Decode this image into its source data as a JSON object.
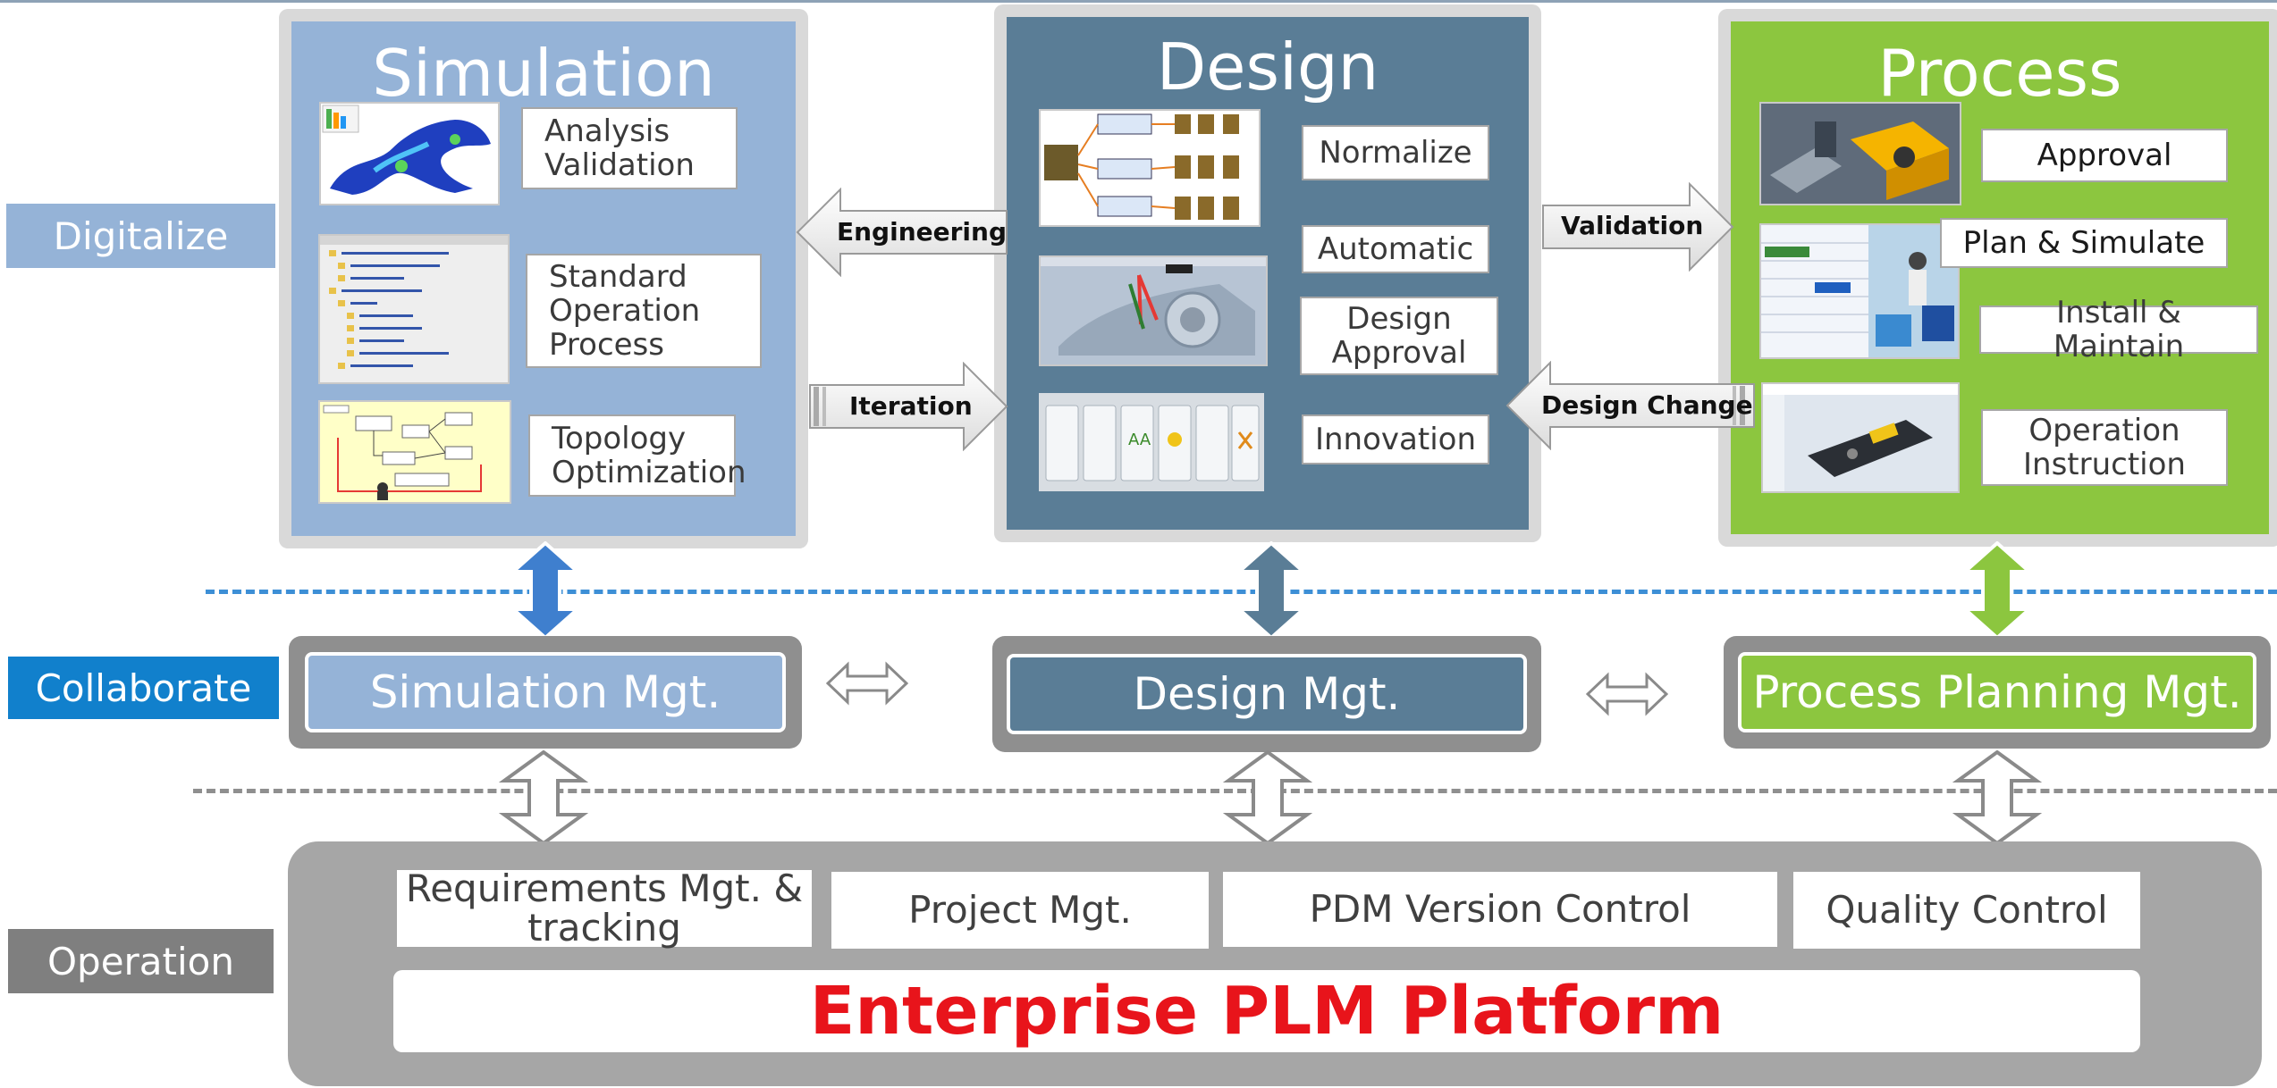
{
  "rows": {
    "digitalize": "Digitalize",
    "collaborate": "Collaborate",
    "operation": "Operation"
  },
  "colors": {
    "simulation": "#95b3d7",
    "design": "#5a7d96",
    "process": "#8cc63f",
    "collaborate_label": "#1180cc",
    "digitalize_label": "#95b3d7",
    "operation_label": "#7f7f7f",
    "platform_text": "#e8141b"
  },
  "simulation": {
    "title": "Simulation",
    "items": [
      "Analysis\nValidation",
      "Standard\nOperation\nProcess",
      "Topology\nOptimization"
    ]
  },
  "design": {
    "title": "Design",
    "items": [
      "Normalize",
      "Automatic",
      "Design\nApproval",
      "Innovation"
    ]
  },
  "process": {
    "title": "Process",
    "items": [
      "Approval",
      "Plan & Simulate",
      "Install & Maintain",
      "Operation\nInstruction"
    ]
  },
  "arrows": {
    "engineering": "Engineering",
    "iteration": "Iteration",
    "validation": "Validation",
    "design_change": "Design Change"
  },
  "collaborate": {
    "simulation_mgt": "Simulation Mgt.",
    "design_mgt": "Design Mgt.",
    "process_mgt": "Process Planning Mgt."
  },
  "operation": {
    "items": [
      "Requirements Mgt. &\ntracking",
      "Project Mgt.",
      "PDM Version Control",
      "Quality Control"
    ],
    "platform": "Enterprise PLM Platform"
  }
}
